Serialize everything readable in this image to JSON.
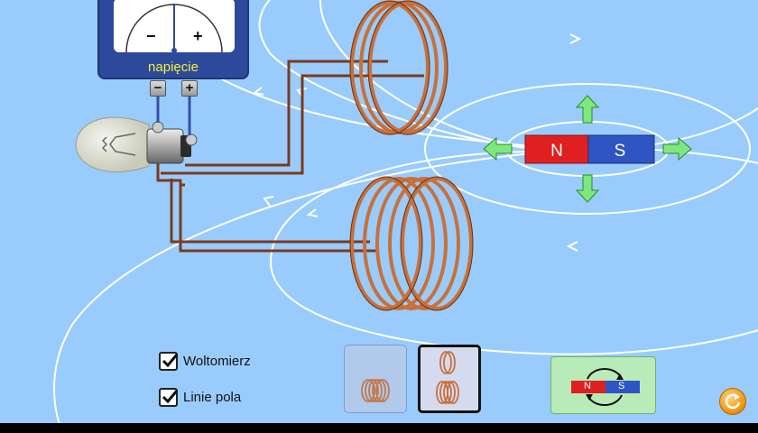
{
  "voltmeter": {
    "label": "napięcie",
    "minus_sign": "−",
    "plus_sign": "+",
    "terminal_minus": "−",
    "terminal_plus": "+"
  },
  "magnet": {
    "north_label": "N",
    "south_label": "S",
    "north_color": "#e02020",
    "south_color": "#2f55c4"
  },
  "controls": {
    "voltmeter_checkbox": {
      "label": "Woltomierz",
      "checked": true
    },
    "field_lines_checkbox": {
      "label": "Linie pola",
      "checked": true
    },
    "coil_options": [
      {
        "name": "one-coil",
        "selected": false
      },
      {
        "name": "two-coils",
        "selected": true
      }
    ],
    "flip_magnet": {
      "north_label": "N",
      "south_label": "S"
    }
  },
  "icons": [
    "reset-icon",
    "flip-arrows-icon",
    "arrow-up-icon",
    "arrow-down-icon",
    "arrow-left-icon",
    "arrow-right-icon",
    "bulb-icon"
  ],
  "colors": {
    "background": "#99ccfc",
    "copper": "#c8703a",
    "wire": "#7a3a1e",
    "field_line": "#ffffff",
    "move_arrow": "#7ee87e"
  }
}
